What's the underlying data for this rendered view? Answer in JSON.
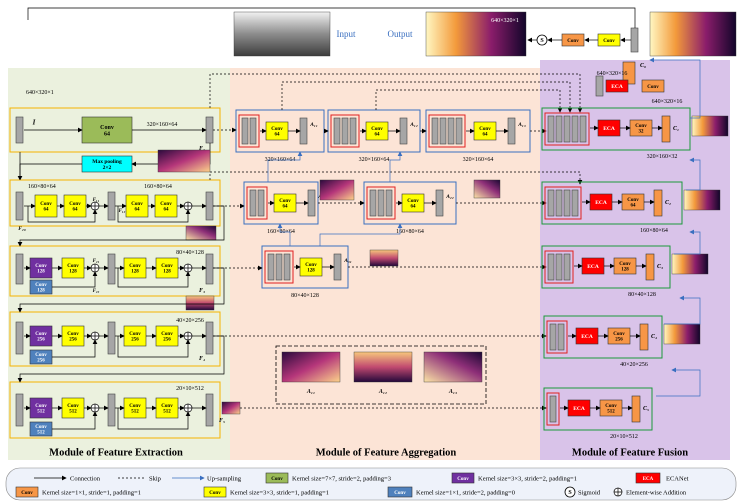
{
  "io": {
    "input_label": "Input",
    "output_label": "Output",
    "output_size": "640×320×1",
    "input_size": "640×320×1"
  },
  "sections": {
    "extraction": "Module of Feature Extraction",
    "aggregation": "Module of Feature Aggregation",
    "fusion": "Module of Feature Fusion"
  },
  "conv_labels": {
    "c64": "Conv\n64",
    "c128": "Conv\n128",
    "c256": "Conv\n256",
    "c512": "Conv\n512",
    "c32": "Conv\n32",
    "conv": "Conv",
    "eca": "ECA",
    "maxpool": "Max pooling\n2×2",
    "sigmoid": "S"
  },
  "sizes": {
    "s1": "320×160×64",
    "s2": "160×80×64",
    "s3": "160×80×64",
    "s4": "80×40×128",
    "s5": "40×20×256",
    "s6": "20×10×512",
    "agg1": "320×160×64",
    "agg2": "320×160×64",
    "agg3": "320×160×64",
    "agg4": "160×80×64",
    "agg5": "160×80×64",
    "agg6": "80×40×128",
    "fus1": "320×160×32",
    "fus2": "160×80×64",
    "fus3": "80×40×128",
    "fus4": "40×20×256",
    "fus5": "20×10×512",
    "top1": "640×320×16",
    "top2": "640×320×16"
  },
  "symbols": {
    "I": "I",
    "F1": "F₁",
    "F11": "F₁₁",
    "F12": "F₁₂",
    "F2": "F₂",
    "F21": "F₂₁",
    "F22": "F₂₂",
    "F3": "F₃",
    "F4": "F₄",
    "F5": "F₅",
    "A11": "A₁₁",
    "A12": "A₁₂",
    "A13": "A₁₃",
    "A21": "A₂₁",
    "A22": "A₂₂",
    "A31": "A₃₁",
    "C0": "C₀",
    "C1": "C₁",
    "C2": "C₂",
    "C3": "C₃",
    "C4": "C₄",
    "C5": "C₅"
  },
  "legend": {
    "connection": "Connection",
    "skip": "Skip",
    "upsampling": "Up-sampling",
    "k1": "Kernel size=7×7, stride=2, padding=3",
    "k2": "Kernel size=3×3, stride=2, padding=1",
    "eca": "ECANet",
    "k3": "Kernel size=1×1, stride=1, padding=1",
    "k4": "Kernel size=3×3, stride=1, padding=1",
    "k5": "Kernel size=1×1, stride=2, padding=0",
    "sigmoid": "Sigmoid",
    "add": "Element-wise Addition",
    "conv": "Conv"
  },
  "colors": {
    "green": "#9bbb59",
    "yellow": "#ffff00",
    "purple": "#7030a0",
    "blue": "#4f81bd",
    "orange": "#f79646",
    "red": "#ff0000",
    "cyan": "#00ffff",
    "gray": "#a6a6a6",
    "bgGreen": "#ebf1de",
    "bgPink": "#fce4d6",
    "bgLavender": "#d9c3e9"
  }
}
